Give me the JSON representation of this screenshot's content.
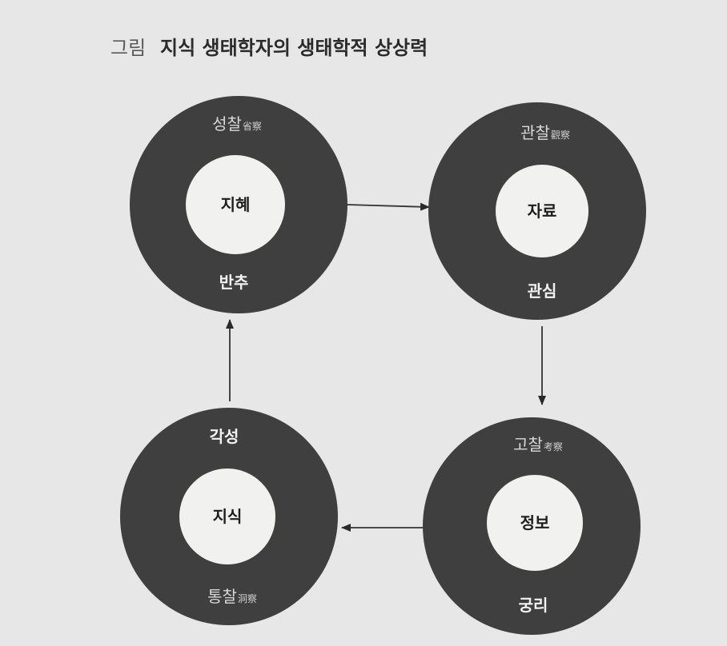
{
  "figure": {
    "label": "그림",
    "title": "지식 생태학자의 생태학적 상상력"
  },
  "cycle": [
    {
      "id": "wisdom",
      "center": "지혜",
      "top": "성찰",
      "top_hanja": "省察",
      "bottom": "반추"
    },
    {
      "id": "data",
      "center": "자료",
      "top": "관찰",
      "top_hanja": "觀察",
      "bottom": "관심"
    },
    {
      "id": "information",
      "center": "정보",
      "top": "고찰",
      "top_hanja": "考察",
      "bottom": "궁리"
    },
    {
      "id": "knowledge",
      "center": "지식",
      "top": "각성",
      "top_hanja": "",
      "bottom": "통찰",
      "bottom_hanja": "洞察"
    }
  ],
  "flow": [
    {
      "from": "wisdom",
      "to": "data"
    },
    {
      "from": "data",
      "to": "information"
    },
    {
      "from": "information",
      "to": "knowledge"
    },
    {
      "from": "knowledge",
      "to": "wisdom"
    }
  ],
  "colors": {
    "background": "#e6e7e6",
    "ring": "#3f3f40",
    "hole": "#f1f1f0"
  }
}
